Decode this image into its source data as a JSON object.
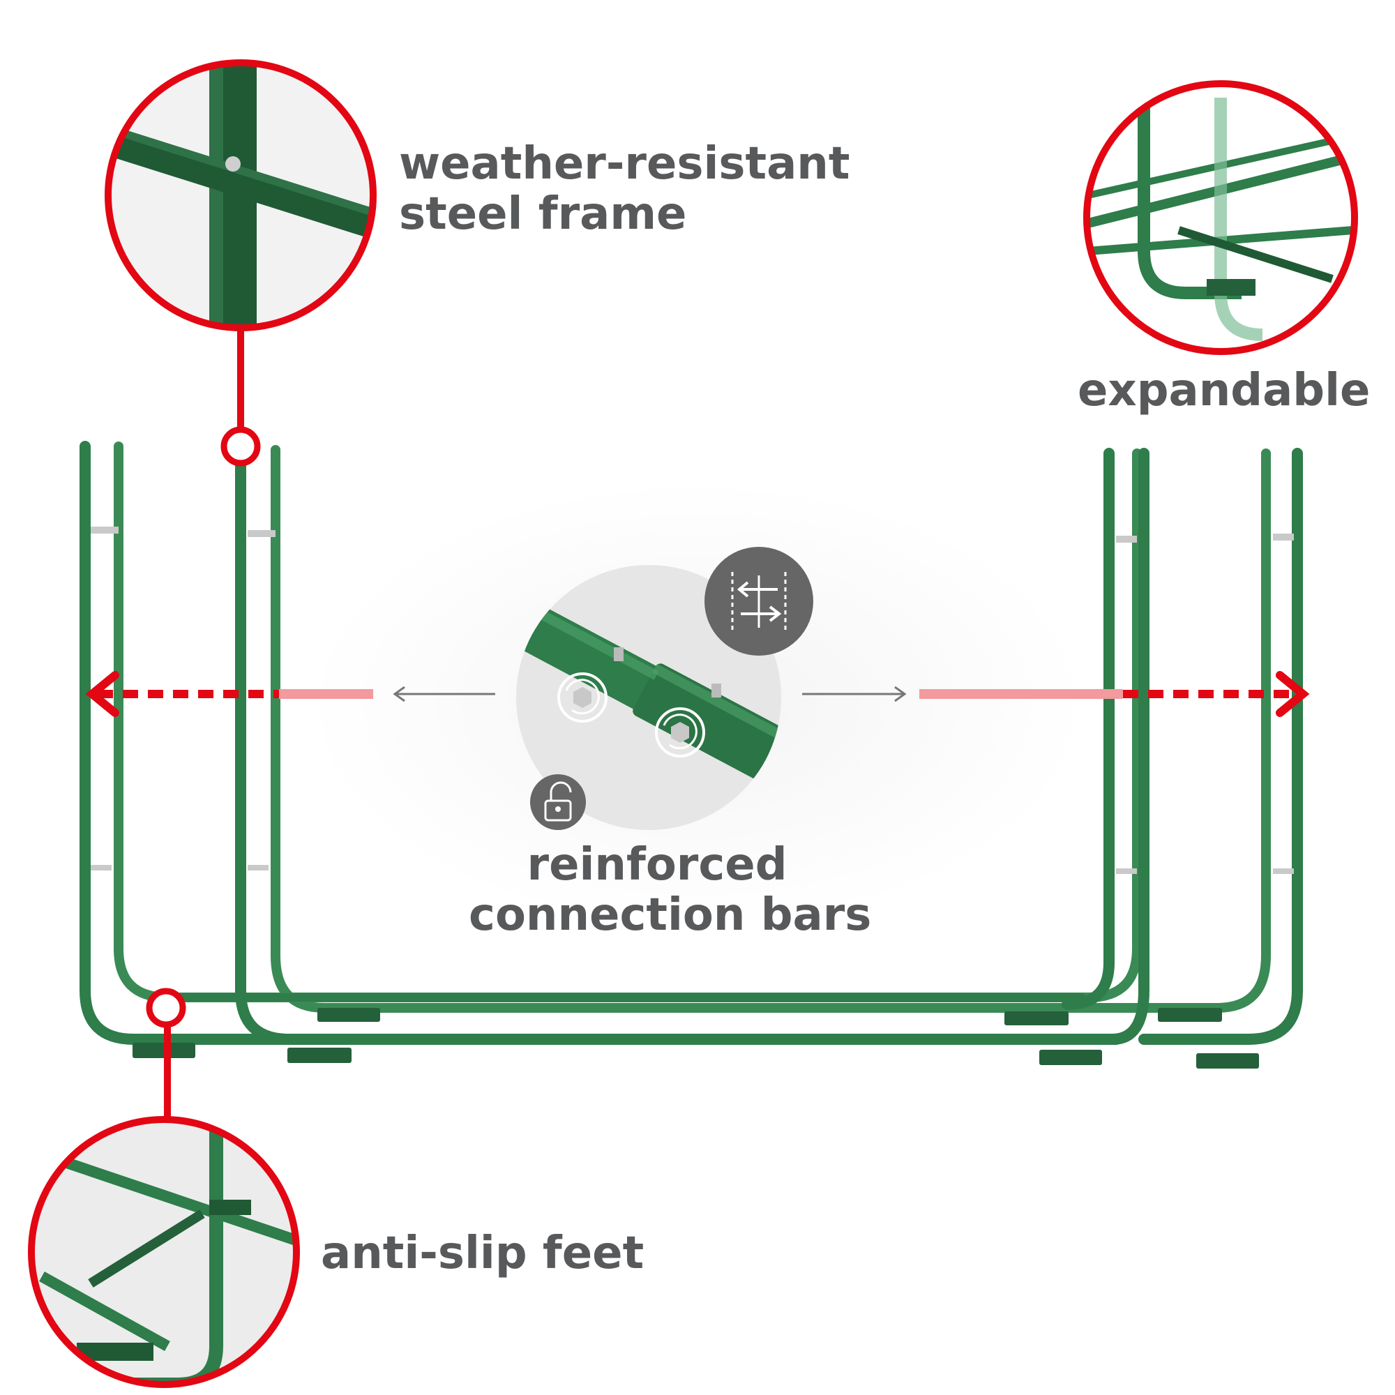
{
  "callouts": {
    "steel_frame": {
      "line1": "weather-resistant",
      "line2": "steel frame"
    },
    "expandable": {
      "label": "expandable"
    },
    "connection_bars": {
      "line1": "reinforced",
      "line2": "connection bars"
    },
    "feet": {
      "label": "anti-slip feet"
    }
  },
  "colors": {
    "accent": "#e30613",
    "accent_light": "#f29a9e",
    "frame_green": "#2e7d4a",
    "frame_dark": "#1f5a35",
    "text": "#58595b",
    "icon_bg": "#666666"
  },
  "icons": [
    "expand-arrows-icon",
    "unlock-icon",
    "rotate-icon"
  ]
}
